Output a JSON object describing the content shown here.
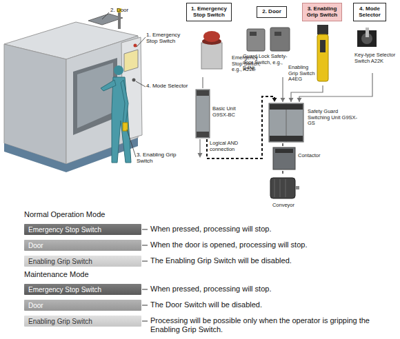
{
  "diagram": {
    "nodes": [
      {
        "text": [
          "1. Emergency Stop Switch"
        ]
      },
      {
        "text": [
          "2. Door"
        ]
      },
      {
        "text": [
          "3. Enabling Grip Switch"
        ]
      },
      {
        "text": [
          "4. Mode Selector"
        ]
      },
      {
        "text": [
          "Emergency Stop Switch, e.g., A22E"
        ]
      },
      {
        "text": [
          "Guard Lock Safety-door Switch, e.g., D4NL"
        ]
      },
      {
        "text": [
          "Enabling Grip Switch A4EG"
        ]
      },
      {
        "text": [
          "Key-type Selector Switch A22K"
        ]
      },
      {
        "text": [
          "Basic Unit G9SX-BC"
        ]
      },
      {
        "text": [
          "Safety Guard Switching Unit G9SX-GS"
        ]
      },
      {
        "text": [
          "Contactor"
        ]
      },
      {
        "text": [
          "Conveyor"
        ]
      },
      {
        "text": [
          "Emergency Stop Switch"
        ]
      },
      {
        "text": [
          "Door"
        ]
      },
      {
        "text": [
          "Enabling Grip Switch"
        ]
      },
      {
        "text": [
          "Emergency Stop Switch"
        ]
      },
      {
        "text": [
          "Door"
        ]
      },
      {
        "text": [
          "Enabling Grip Switch"
        ]
      }
    ],
    "edges": [
      {
        "from": 4,
        "to": 8,
        "arrow": "none"
      },
      {
        "from": 8,
        "to": 9,
        "label": "Logical AND connection",
        "arrow": "to"
      },
      {
        "from": 5,
        "to": 9,
        "arrow": "to"
      },
      {
        "from": 6,
        "to": 9,
        "arrow": "to"
      },
      {
        "from": 7,
        "to": 9,
        "arrow": "to"
      },
      {
        "from": 9,
        "to": 10,
        "arrow": "none"
      },
      {
        "from": 10,
        "to": 11,
        "arrow": "none"
      }
    ],
    "labels": [
      "2. Door",
      "1. Emergency Stop Switch",
      "4. Mode Selector",
      "3. Enabling Grip Switch",
      "Normal Operation Mode",
      "When pressed, processing will stop.",
      "When the door is opened, processing will stop.",
      "The Enabling Grip Switch will be disabled.",
      "Maintenance Mode",
      "When pressed, processing will stop.",
      "The Door Switch will be disabled.",
      "Processing will be possible only when the operator is gripping the Enabling Grip Switch."
    ]
  }
}
